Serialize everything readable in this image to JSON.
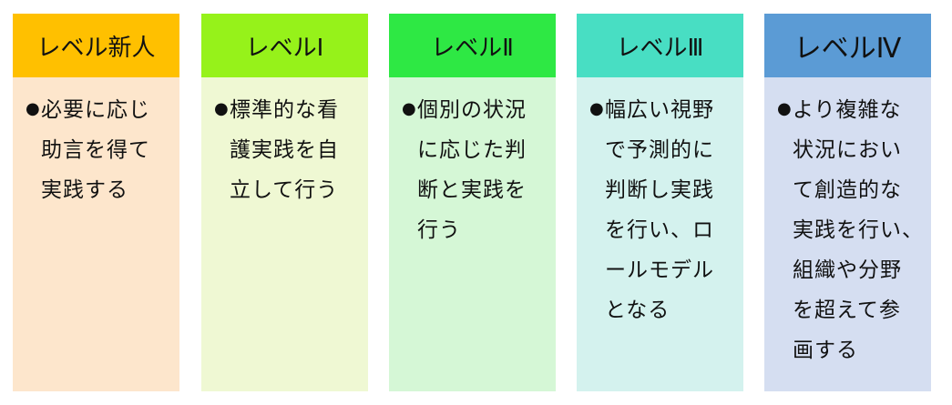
{
  "columns": [
    {
      "title": "レベル新人",
      "header_color": "#FFC000",
      "body_color": "#FDE6CC",
      "lines": [
        "必要に応じ",
        "助言を得て",
        "実践する"
      ]
    },
    {
      "title": "レベルⅠ",
      "header_color": "#96F21A",
      "body_color": "#EFF8D3",
      "lines": [
        "標準的な看",
        "護実践を自",
        "立して行う"
      ]
    },
    {
      "title": "レベルⅡ",
      "header_color": "#2EE844",
      "body_color": "#D5F7D6",
      "lines": [
        "個別の状況",
        "に応じた判",
        "断と実践を",
        "行う"
      ]
    },
    {
      "title": "レベルⅢ",
      "header_color": "#48DEC3",
      "body_color": "#D4F2EE",
      "lines": [
        "幅広い視野",
        "で予測的に",
        "判断し実践",
        "を行い、ロ",
        "ールモデル",
        "となる"
      ]
    },
    {
      "title": "レベルⅣ",
      "header_color": "#5B9BD5",
      "body_color": "#D5DEF1",
      "lines": [
        "より複雑な",
        "状況におい",
        "て創造的な",
        "実践を行い、",
        "組織や分野",
        "を超えて参",
        "画する"
      ]
    }
  ]
}
